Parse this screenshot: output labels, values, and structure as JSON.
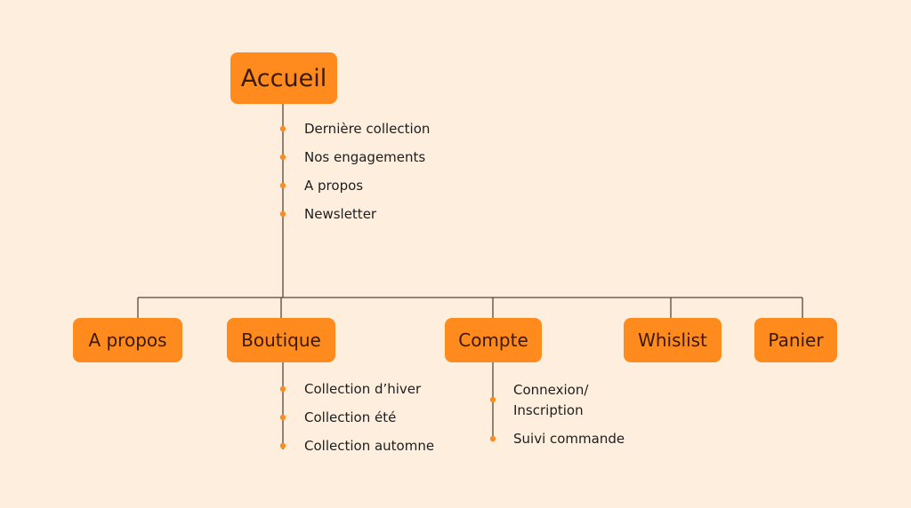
{
  "colors": {
    "background": "#FDEEDE",
    "node_fill": "#FF8A1E",
    "node_text": "#3A1A00",
    "line": "#5A4536",
    "bullet": "#FF8A1E",
    "item_text": "#1E1E1E"
  },
  "root": {
    "label": "Accueil",
    "items": [
      "Dernière collection",
      "Nos engagements",
      "A propos",
      "Newsletter"
    ]
  },
  "children": [
    {
      "label": "A propos",
      "items": []
    },
    {
      "label": "Boutique",
      "items": [
        "Collection d’hiver",
        "Collection été",
        "Collection automne"
      ]
    },
    {
      "label": "Compte",
      "items": [
        "Connexion/ Inscription",
        "Suivi commande"
      ]
    },
    {
      "label": "Whislist",
      "items": []
    },
    {
      "label": "Panier",
      "items": []
    }
  ]
}
